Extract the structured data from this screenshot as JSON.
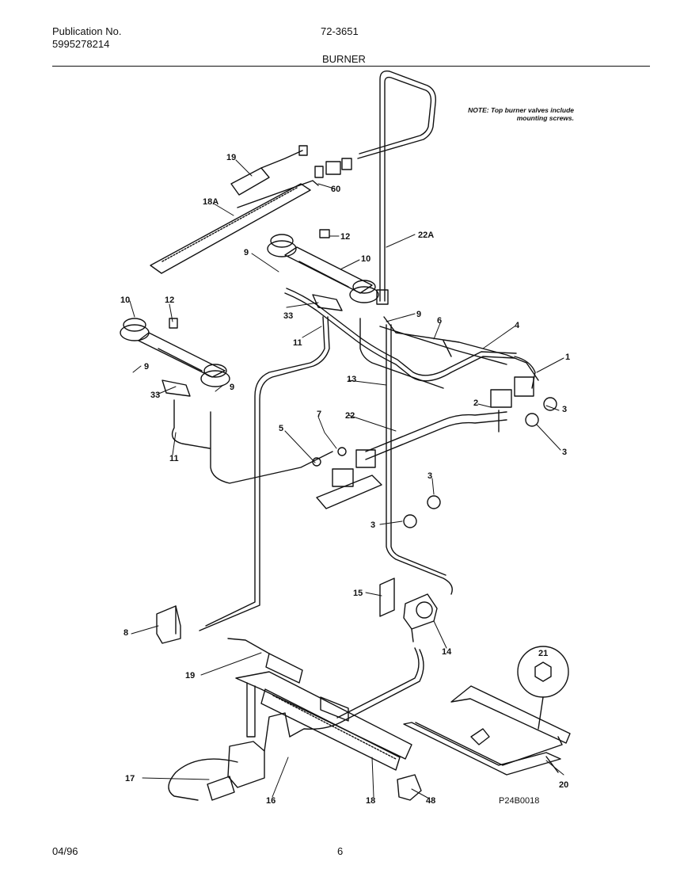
{
  "header": {
    "publication_label": "Publication No.",
    "publication_number": "5995278214",
    "model": "72-3651",
    "section": "BURNER"
  },
  "note": "NOTE: Top burner valves include mounting screws.",
  "diagram_code": "P24B0018",
  "footer": {
    "date": "04/96",
    "page": "6"
  },
  "callouts": {
    "c1": "1",
    "c2": "2",
    "c3a": "3",
    "c3b": "3",
    "c3c": "3",
    "c3d": "3",
    "c4": "4",
    "c5": "5",
    "c6": "6",
    "c7": "7",
    "c8": "8",
    "c9a": "9",
    "c9b": "9",
    "c9c": "9",
    "c9d": "9",
    "c10a": "10",
    "c10b": "10",
    "c11a": "11",
    "c11b": "11",
    "c12a": "12",
    "c12b": "12",
    "c13": "13",
    "c14": "14",
    "c15": "15",
    "c16": "16",
    "c17": "17",
    "c18": "18",
    "c18a": "18A",
    "c19a": "19",
    "c19b": "19",
    "c20": "20",
    "c21": "21",
    "c22": "22",
    "c22a": "22A",
    "c33a": "33",
    "c33b": "33",
    "c48": "48",
    "c60": "60"
  }
}
